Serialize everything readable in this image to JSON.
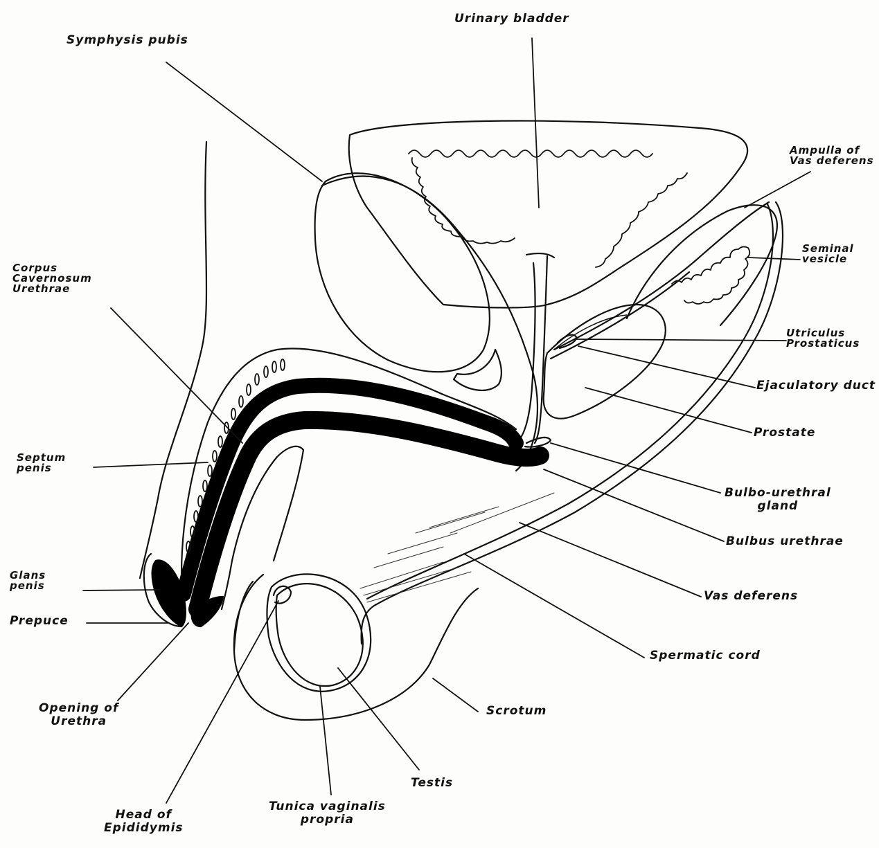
{
  "diagram": {
    "ink_color": "#111111",
    "paper_color": "#fdfdfb",
    "labels": {
      "symphysis_pubis": "Symphysis pubis",
      "urinary_bladder": "Urinary bladder",
      "ampulla_1": "Ampulla of",
      "ampulla_2": "Vas deferens",
      "seminal_1": "Seminal",
      "seminal_2": "vesicle",
      "corpus_1": "Corpus",
      "corpus_2": "Cavernosum",
      "corpus_3": "Urethrae",
      "utriculus_1": "Utriculus",
      "utriculus_2": "Prostaticus",
      "ejaculatory": "Ejaculatory duct",
      "prostate": "Prostate",
      "septum_1": "Septum",
      "septum_2": "penis",
      "bulbo_1": "Bulbo-urethral",
      "bulbo_2": "gland",
      "bulbus": "Bulbus urethrae",
      "glans_1": "Glans",
      "glans_2": "penis",
      "prepuce": "Prepuce",
      "vas": "Vas deferens",
      "spermatic": "Spermatic cord",
      "opening_1": "Opening of",
      "opening_2": "Urethra",
      "scrotum": "Scrotum",
      "testis": "Testis",
      "tunica_1": "Tunica vaginalis",
      "tunica_2": "propria",
      "head_1": "Head of",
      "head_2": "Epididymis"
    }
  }
}
